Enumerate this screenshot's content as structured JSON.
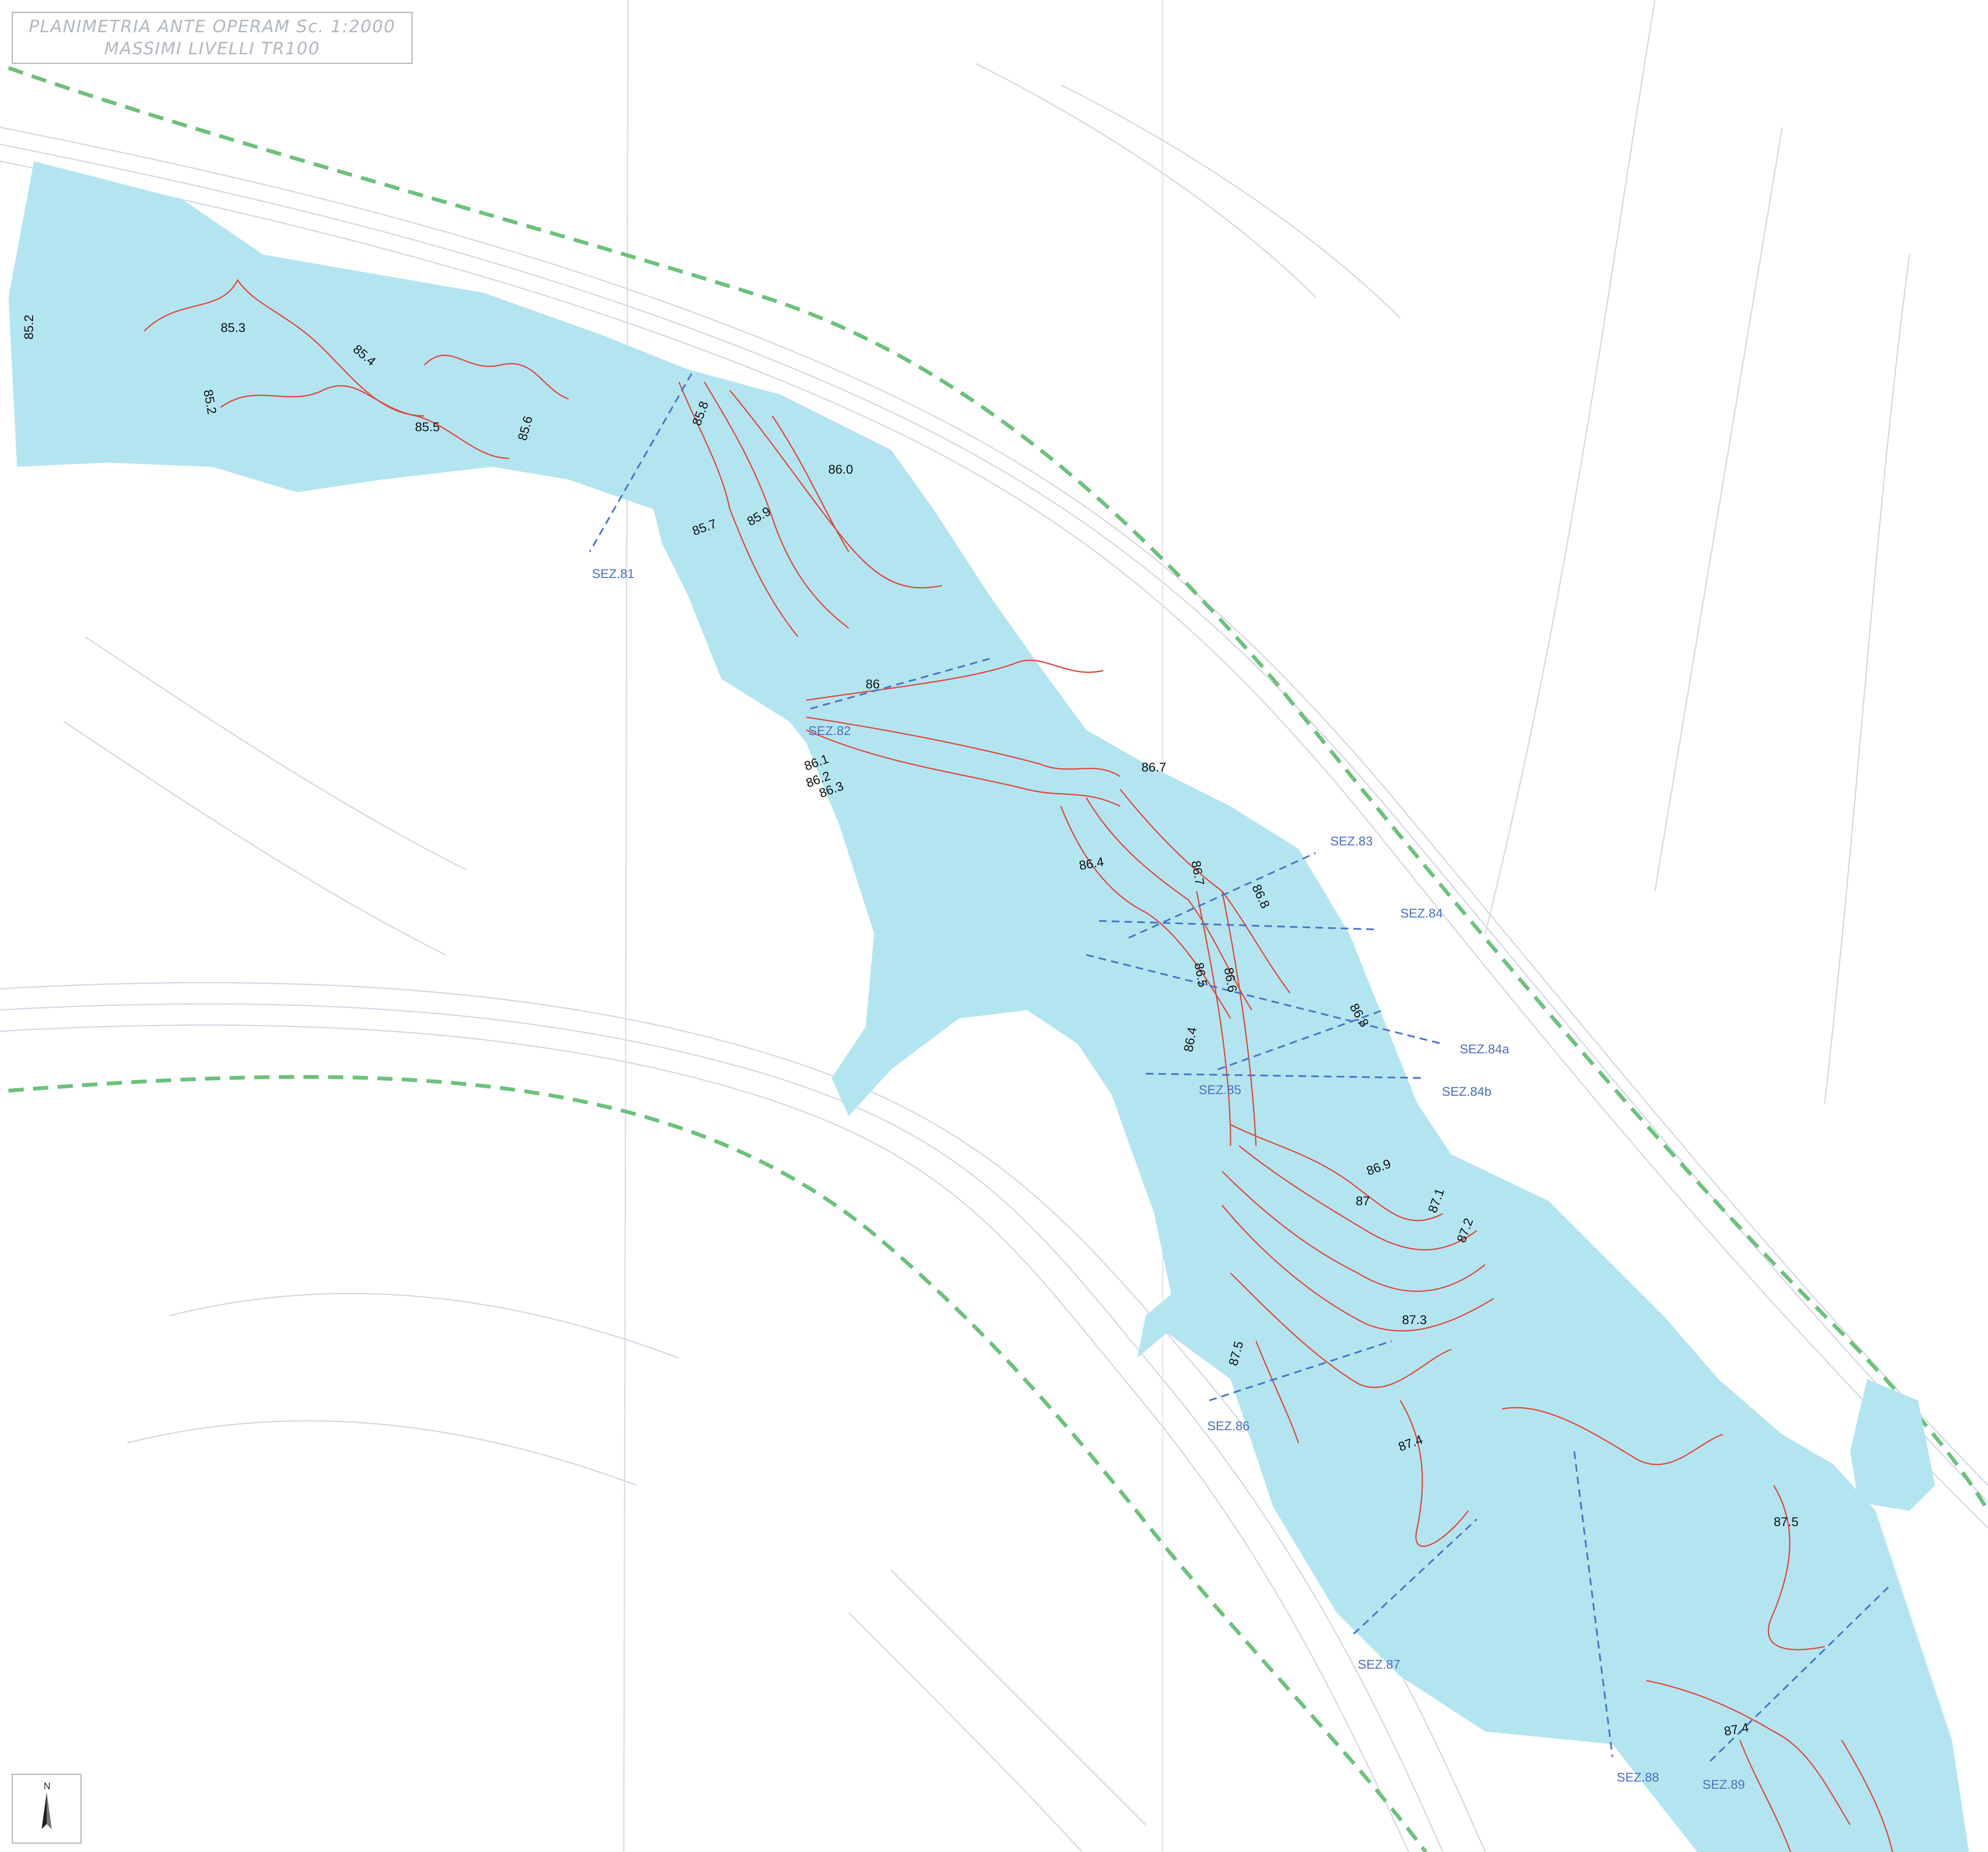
{
  "title": {
    "line1": "PLANIMETRIA ANTE OPERAM Sc. 1:2000",
    "line2": "MASSIMI LIVELLI TR100"
  },
  "compass": {
    "letter": "N"
  },
  "colors": {
    "flood_area": "#b3e5f0",
    "isolines": "#e0483c",
    "sections": "#4a74c9",
    "boundary": "#6cc27b",
    "base_map": "#c9cedb"
  },
  "sections": [
    "SEZ.81",
    "SEZ.82",
    "SEZ.83",
    "SEZ.84",
    "SEZ.84a",
    "SEZ.84b",
    "SEZ.85",
    "SEZ.86",
    "SEZ.87",
    "SEZ.88",
    "SEZ.89"
  ],
  "isoline_labels": [
    "85.2",
    "85.3",
    "85.4",
    "85.2",
    "85.5",
    "85.6",
    "85.8",
    "86.0",
    "85.7",
    "85.9",
    "86",
    "86.1",
    "86.2",
    "86.3",
    "86.7",
    "86.4",
    "86.7",
    "86.8",
    "86.5",
    "86.6",
    "86.8",
    "86.4",
    "86.9",
    "87",
    "87.1",
    "87.2",
    "87.3",
    "87.5",
    "87.4",
    "87.5",
    "87.4"
  ]
}
